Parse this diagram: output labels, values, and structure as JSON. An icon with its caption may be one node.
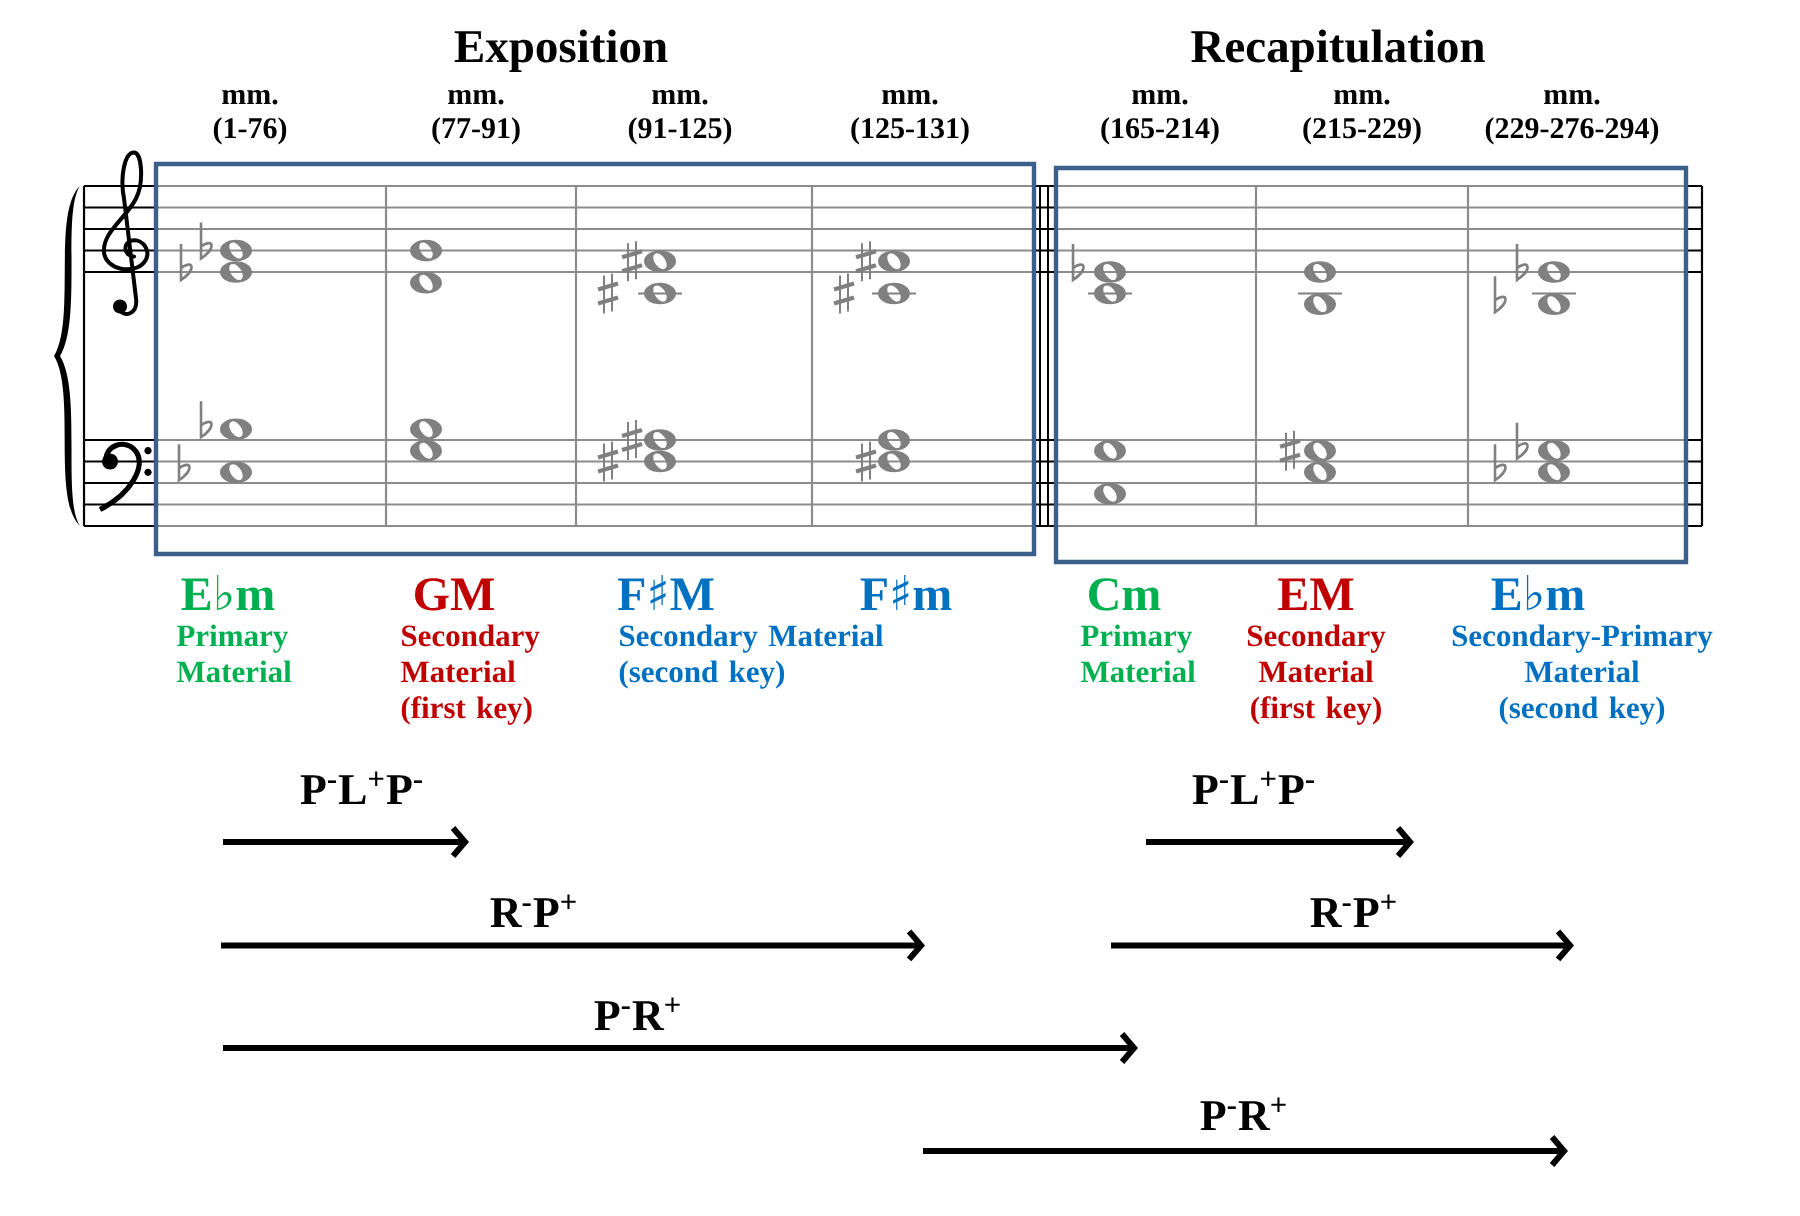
{
  "diagram": {
    "nodes": [
      {
        "text": [
          "Exposition"
        ]
      },
      {
        "text": [
          "Recapitulation"
        ]
      }
    ],
    "labels": [
      "mm. (1-76)",
      "mm. (77-91)",
      "mm. (91-125)",
      "mm. (125-131)",
      "mm. (165-214)",
      "mm. (215-229)",
      "mm. (229-276-294)",
      "E♭m",
      "Primary Material",
      "GM",
      "Secondary Material (first key)",
      "F♯M",
      "Secondary Material (second key)",
      "F♯m",
      "Cm",
      "Primary Material",
      "EM",
      "Secondary Material (first key)",
      "E♭m",
      "Secondary-Primary Material (second key)",
      "P$^{-}$L$^{+}$P$^{-}$",
      "P$^{-}$L$^{+}$P$^{-}$",
      "R$^{-}$P$^{+}$",
      "R$^{-}$P$^{+}$",
      "P$^{-}$R$^{+}$",
      "P$^{-}$R$^{+}$"
    ]
  }
}
